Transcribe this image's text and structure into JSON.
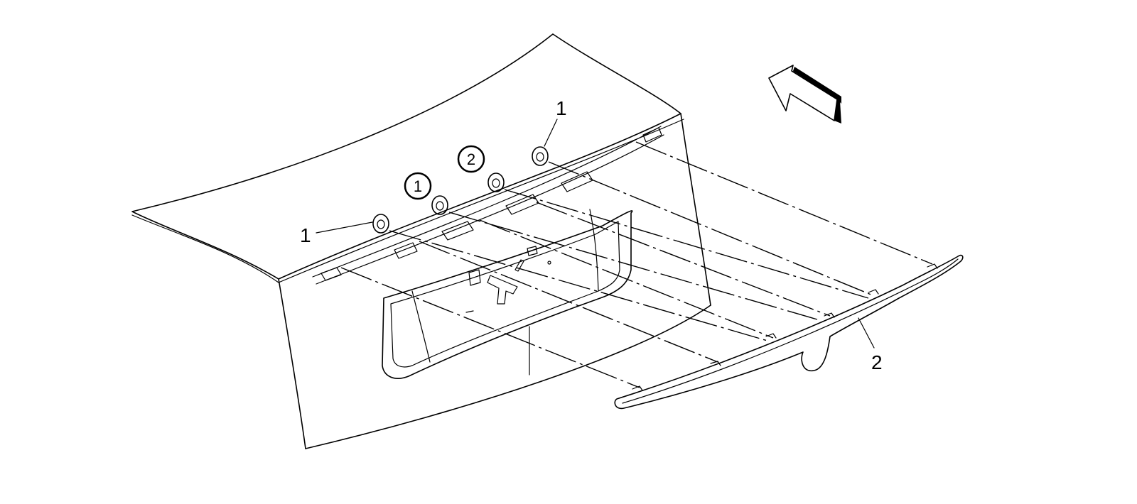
{
  "callouts": {
    "left_one": "1",
    "top_one": "1",
    "right_two": "2",
    "circled_one": "1",
    "circled_two": "2"
  },
  "colors": {
    "line": "#000000",
    "background": "#ffffff"
  }
}
